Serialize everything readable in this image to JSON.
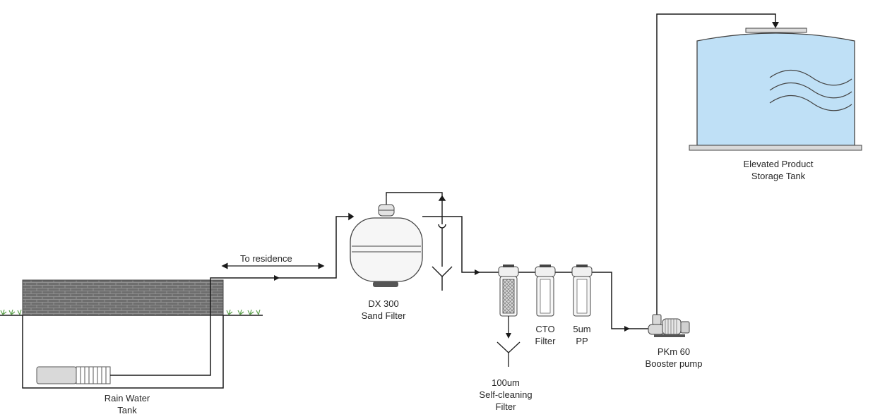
{
  "labels": {
    "rain_water_tank": [
      "Rain Water",
      "Tank"
    ],
    "to_residence": "To residence",
    "sand_filter": [
      "DX 300",
      "Sand Filter"
    ],
    "self_cleaning_filter": [
      "100um",
      "Self-cleaning",
      "Filter"
    ],
    "cto_filter": [
      "CTO",
      "Filter"
    ],
    "pp_filter": [
      "5um",
      "PP"
    ],
    "booster_pump": [
      "PKm 60",
      "Booster pump"
    ],
    "storage_tank": [
      "Elevated Product",
      "Storage Tank"
    ]
  },
  "colors": {
    "water": "#bfe0f6",
    "pipe": "#1a1a1a",
    "brick": "#6a6a6a",
    "grass": "#5fa24f",
    "filter_body": "#f4f4f4",
    "pump": "#d9d9d9"
  }
}
